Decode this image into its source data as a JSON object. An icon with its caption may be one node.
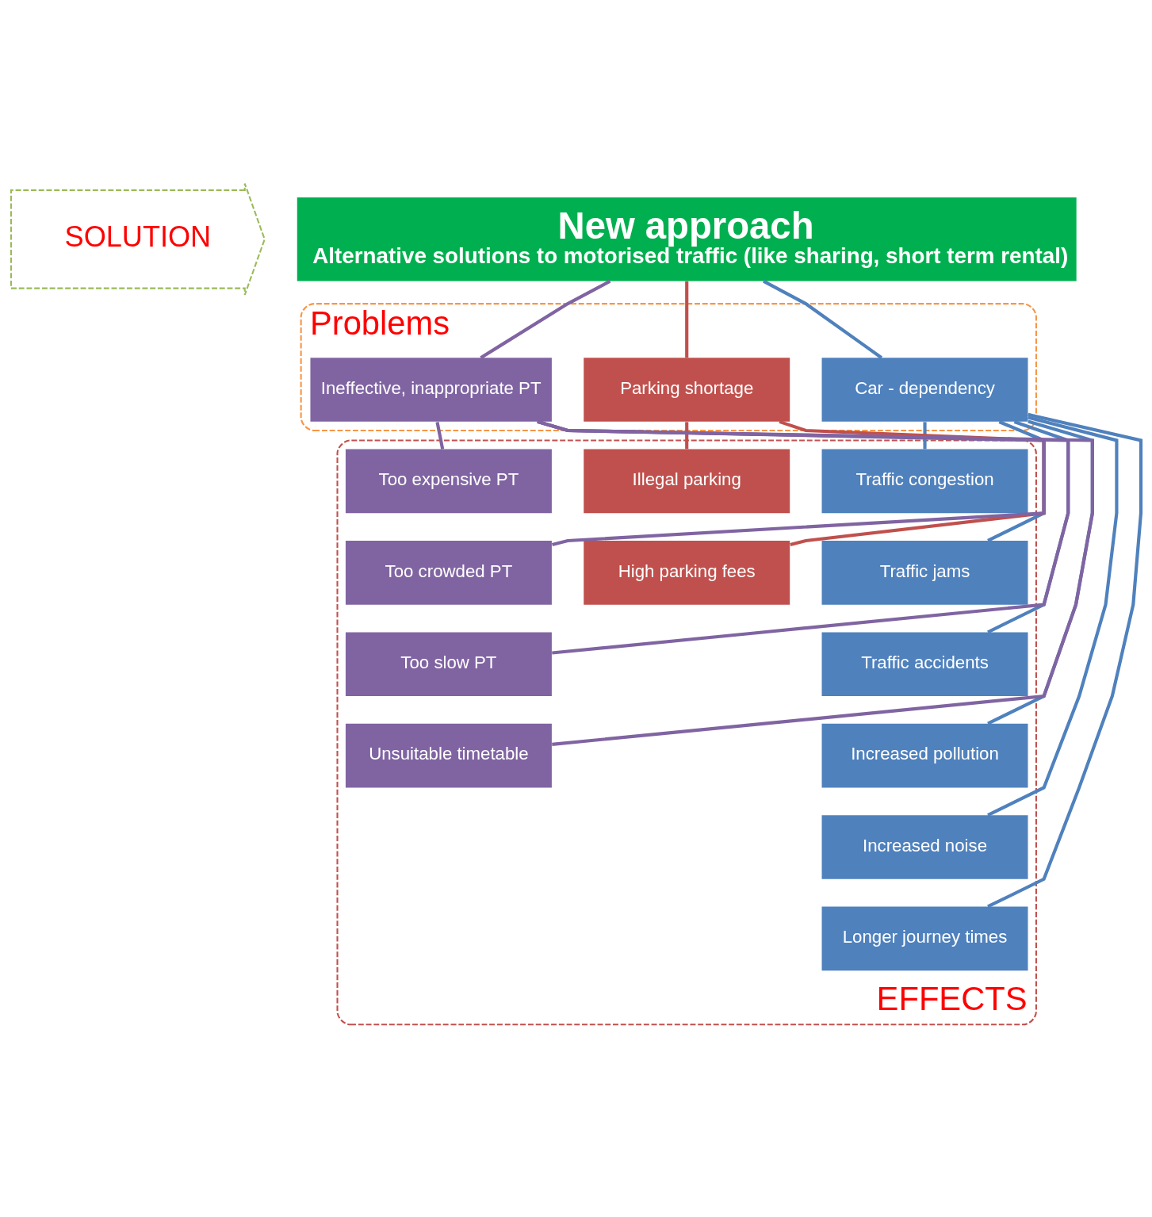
{
  "diagram": {
    "nodes": [
      {
        "text": [
          "SOLUTION"
        ]
      },
      {
        "text": [
          "New approach",
          "Alternative solutions to motorised traffic (like sharing, short term rental)"
        ]
      },
      {
        "text": [
          "Problems"
        ]
      },
      {
        "text": [
          "Car - dependency"
        ],
        "in": 2
      },
      {
        "text": [
          "Parking shortage"
        ],
        "in": 2
      },
      {
        "text": [
          "Ineffective, inappropriate PT"
        ],
        "in": 2
      },
      {
        "text": [
          "EFFECTS"
        ]
      },
      {
        "text": [
          "Traffic congestion"
        ],
        "in": 6
      },
      {
        "text": [
          "Traffic jams"
        ],
        "in": 6
      },
      {
        "text": [
          "Traffic accidents"
        ],
        "in": 6
      },
      {
        "text": [
          "Increased pollution"
        ],
        "in": 6
      },
      {
        "text": [
          "Increased noise"
        ],
        "in": 6
      },
      {
        "text": [
          "Longer journey times"
        ],
        "in": 6
      },
      {
        "text": [
          "Illegal parking"
        ],
        "in": 6
      },
      {
        "text": [
          "High parking fees"
        ],
        "in": 6
      },
      {
        "text": [
          "Too expensive PT"
        ],
        "in": 6
      },
      {
        "text": [
          "Too crowded PT"
        ],
        "in": 6
      },
      {
        "text": [
          "Too slow PT"
        ],
        "in": 6
      },
      {
        "text": [
          "Unsuitable timetable"
        ],
        "in": 6
      }
    ],
    "edges": [
      {
        "from": 1,
        "to": 3,
        "arrow": "none",
        "color": "#4f81bd"
      },
      {
        "from": 1,
        "to": 4,
        "arrow": "none",
        "color": "#c0504d"
      },
      {
        "from": 1,
        "to": 5,
        "arrow": "none",
        "color": "#8064a2"
      },
      {
        "from": 3,
        "to": 7,
        "arrow": "none",
        "color": "#4f81bd"
      },
      {
        "from": 3,
        "to": 8,
        "arrow": "none",
        "color": "#4f81bd"
      },
      {
        "from": 3,
        "to": 9,
        "arrow": "none",
        "color": "#4f81bd"
      },
      {
        "from": 3,
        "to": 10,
        "arrow": "none",
        "color": "#4f81bd"
      },
      {
        "from": 3,
        "to": 11,
        "arrow": "none",
        "color": "#4f81bd"
      },
      {
        "from": 3,
        "to": 12,
        "arrow": "none",
        "color": "#4f81bd"
      },
      {
        "from": 4,
        "to": 13,
        "arrow": "none",
        "color": "#c0504d"
      },
      {
        "from": 4,
        "to": 14,
        "arrow": "none",
        "color": "#c0504d"
      },
      {
        "from": 5,
        "to": 15,
        "arrow": "none",
        "color": "#8064a2"
      },
      {
        "from": 5,
        "to": 16,
        "arrow": "none",
        "color": "#8064a2"
      },
      {
        "from": 5,
        "to": 17,
        "arrow": "none",
        "color": "#8064a2"
      },
      {
        "from": 5,
        "to": 18,
        "arrow": "none",
        "color": "#8064a2"
      }
    ]
  }
}
